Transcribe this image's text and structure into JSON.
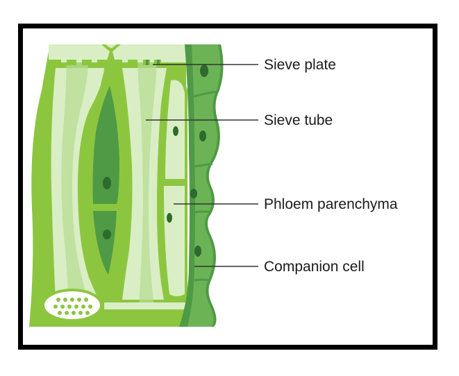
{
  "labels": {
    "sieve_plate": "Sieve plate",
    "sieve_tube": "Sieve tube",
    "phloem_parenchyma": "Phloem parenchyma",
    "companion_cell": "Companion cell"
  },
  "colors": {
    "wall_green": "#8cc63f",
    "pale_green": "#d9eec4",
    "mid_green": "#b5dc91",
    "dark_green": "#4f9a45",
    "cell_green": "#6cb356",
    "nucleus": "#2e6a2c",
    "frame": "#000000",
    "leader_line": "#333333"
  }
}
